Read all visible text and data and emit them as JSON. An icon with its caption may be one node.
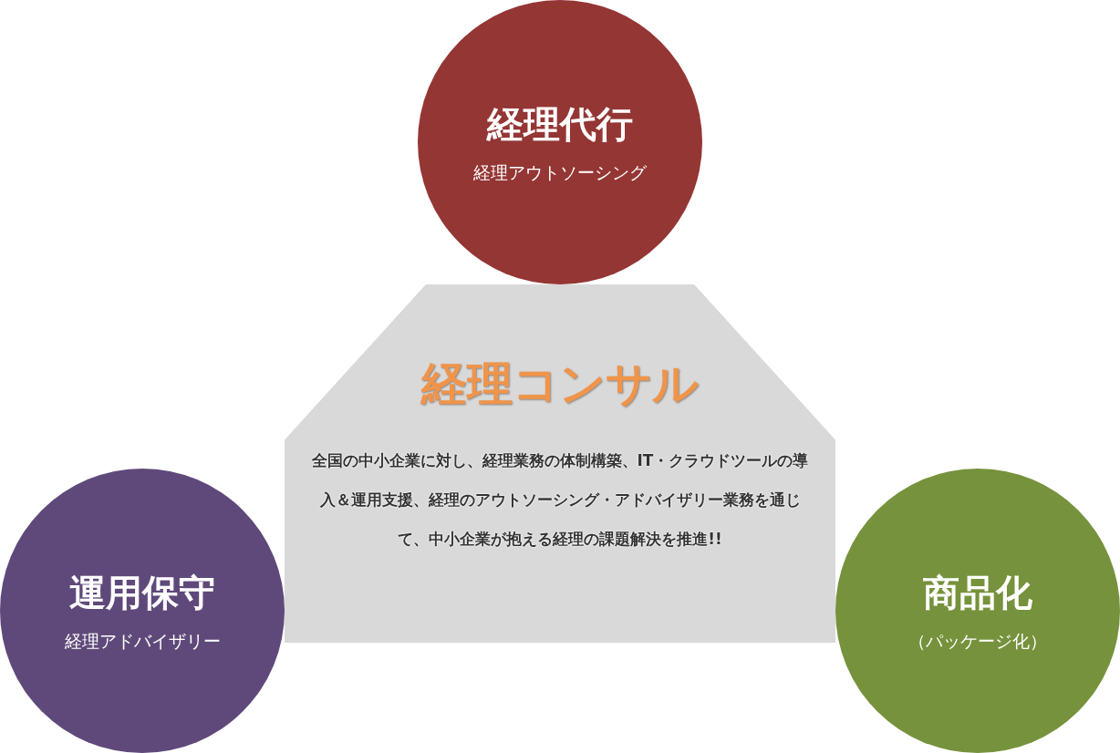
{
  "diagram": {
    "nodes": [
      {
        "text": [
          "経理代行",
          "経理アウトソーシング"
        ]
      },
      {
        "text": [
          "経理コンサル",
          "全国の中小企業に対し、経理業務の体制構築、IT・クラウドツールの導入＆運用支援、経理のアウトソーシング・アドバイザリー業務を通じて、中小企業が抱える経理の課題解決を推進!!"
        ]
      },
      {
        "text": [
          "運用保守",
          "経理アドバイザリー"
        ]
      },
      {
        "text": [
          "商品化",
          "（パッケージ化）"
        ]
      }
    ]
  }
}
